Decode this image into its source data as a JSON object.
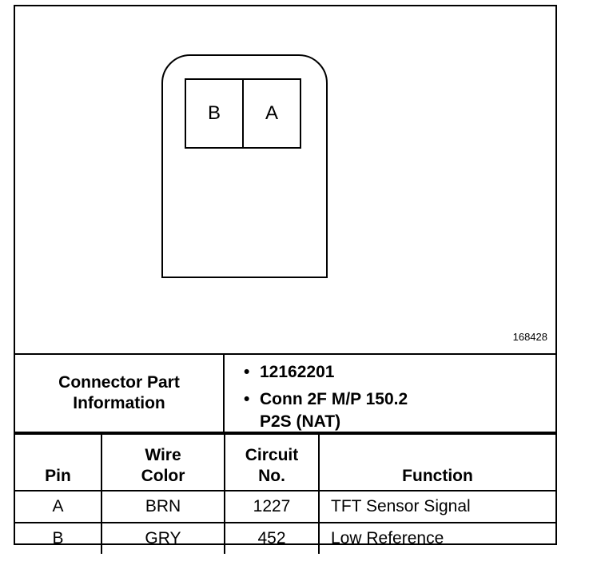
{
  "figure_number": "168428",
  "connector": {
    "pin_labels": [
      "B",
      "A"
    ]
  },
  "part_info": {
    "label_line1": "Connector Part",
    "label_line2": "Information",
    "items": [
      "12162201",
      "Conn 2F M/P 150.2",
      "P2S (NAT)"
    ]
  },
  "table": {
    "headers": {
      "pin": "Pin",
      "wire_line1": "Wire",
      "wire_line2": "Color",
      "circuit_line1": "Circuit",
      "circuit_line2": "No.",
      "function": "Function"
    },
    "rows": [
      {
        "pin": "A",
        "wire_color": "BRN",
        "circuit": "1227",
        "function": "TFT Sensor Signal"
      },
      {
        "pin": "B",
        "wire_color": "GRY",
        "circuit": "452",
        "function": "Low Reference"
      }
    ]
  }
}
